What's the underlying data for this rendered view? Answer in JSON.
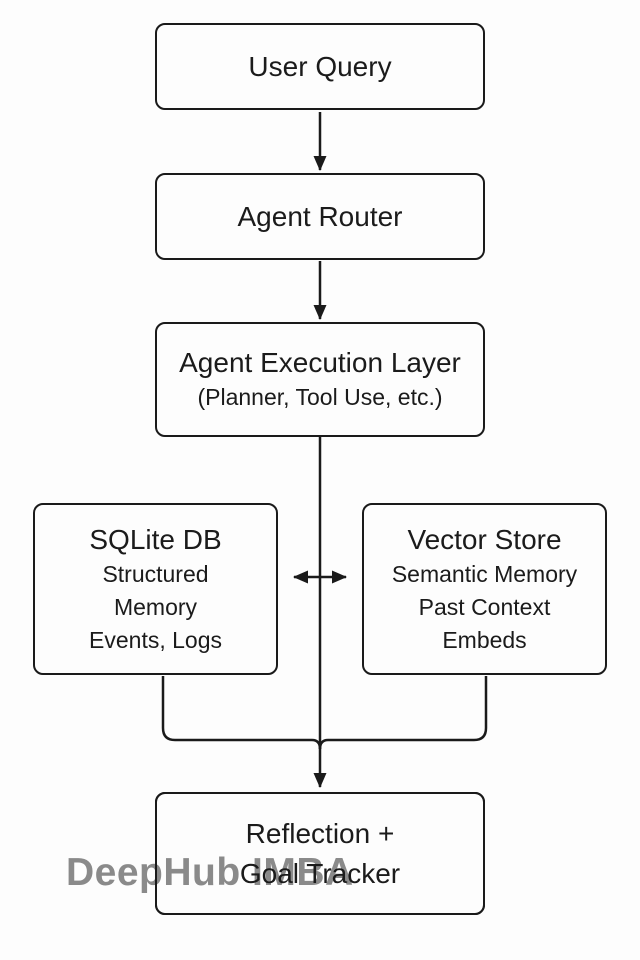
{
  "diagram": {
    "title_hint": "agent-memory-architecture-flowchart",
    "watermark": "DeepHub IMBA",
    "colors": {
      "background": "#fdfdfd",
      "stroke": "#1a1a1a",
      "text": "#1b1b1b",
      "watermark": "#8a8a8a"
    },
    "nodes": [
      {
        "id": "user-query",
        "title": "User Query",
        "lines": []
      },
      {
        "id": "agent-router",
        "title": "Agent Router",
        "lines": []
      },
      {
        "id": "execution-layer",
        "title": "Agent Execution Layer",
        "lines": [
          "(Planner, Tool Use, etc.)"
        ]
      },
      {
        "id": "sqlite-db",
        "title": "SQLite DB",
        "lines": [
          "Structured",
          "Memory",
          "Events, Logs"
        ]
      },
      {
        "id": "vector-store",
        "title": "Vector Store",
        "lines": [
          "Semantic Memory",
          "Past Context",
          "Embeds"
        ]
      },
      {
        "id": "reflection-goal-tracker",
        "title": "Reflection +",
        "lines": [
          "Goal Tracker"
        ]
      }
    ],
    "edges": [
      {
        "from": "user-query",
        "to": "agent-router",
        "type": "arrow"
      },
      {
        "from": "agent-router",
        "to": "execution-layer",
        "type": "arrow"
      },
      {
        "from": "execution-layer",
        "to": "reflection-goal-tracker",
        "type": "arrow"
      },
      {
        "from": "sqlite-db",
        "to": "vector-store",
        "type": "double-arrow"
      },
      {
        "from": "sqlite-db",
        "to": "reflection-goal-tracker",
        "type": "merge-line"
      },
      {
        "from": "vector-store",
        "to": "reflection-goal-tracker",
        "type": "merge-line"
      }
    ]
  }
}
